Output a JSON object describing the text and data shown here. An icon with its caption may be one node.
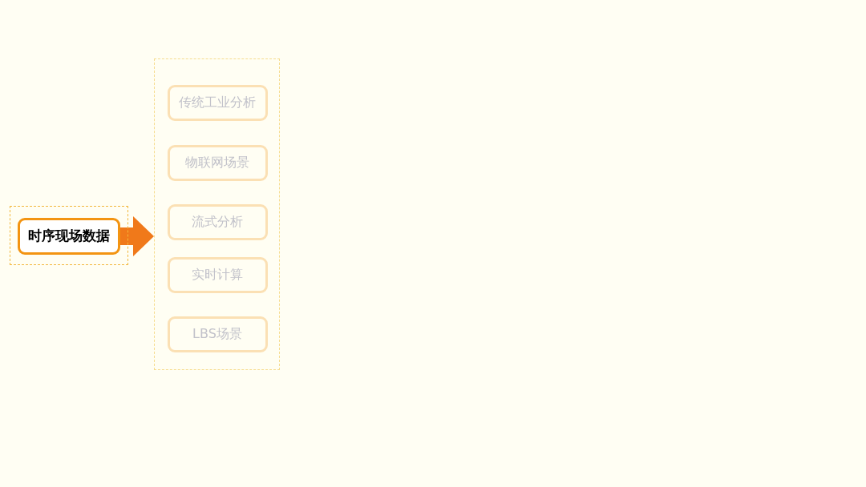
{
  "diagram": {
    "nodes": [
      {
        "text": [],
        "shape": "box"
      },
      {
        "text": [
          "时序现场数据"
        ],
        "in": 0
      },
      {
        "text": [],
        "shape": "box"
      },
      {
        "text": [
          "传统工业分析"
        ],
        "in": 2
      },
      {
        "text": [
          "物联网场景"
        ],
        "in": 2
      },
      {
        "text": [
          "流式分析"
        ],
        "in": 2
      },
      {
        "text": [
          "实时计算"
        ],
        "in": 2
      },
      {
        "text": [
          "LBS场景"
        ],
        "in": 2
      }
    ],
    "edges": [
      {
        "from": 1,
        "to": 2,
        "arrow": "to"
      }
    ]
  }
}
